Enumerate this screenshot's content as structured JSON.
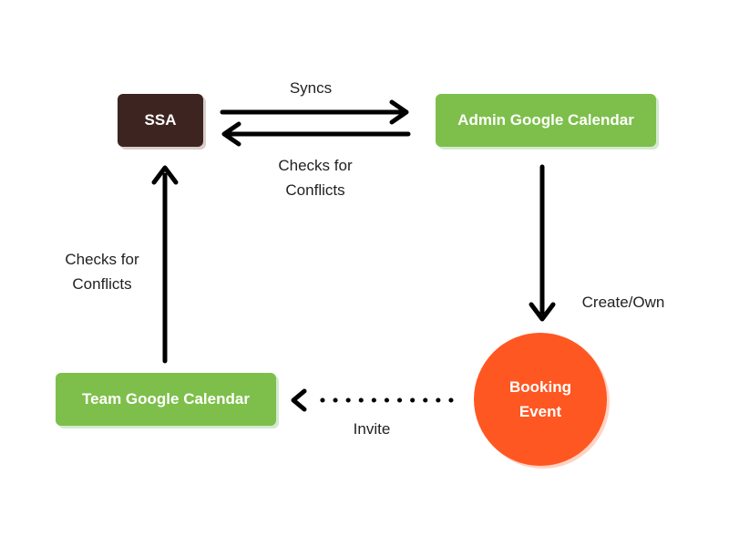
{
  "nodes": {
    "ssa": {
      "label": "SSA"
    },
    "admin_calendar": {
      "label": "Admin Google Calendar"
    },
    "team_calendar": {
      "label": "Team Google Calendar"
    },
    "booking_event": {
      "line1": "Booking",
      "line2": "Event"
    }
  },
  "edges": {
    "syncs": {
      "label": "Syncs"
    },
    "checks_top": {
      "line1": "Checks for",
      "line2": "Conflicts"
    },
    "checks_left": {
      "line1": "Checks for",
      "line2": "Conflicts"
    },
    "create_own": {
      "label": "Create/Own"
    },
    "invite": {
      "label": "Invite"
    }
  },
  "colors": {
    "ssa": "#3d2420",
    "calendar_green": "#7dbf4a",
    "booking_orange": "#ff5722",
    "arrow": "#000000"
  }
}
